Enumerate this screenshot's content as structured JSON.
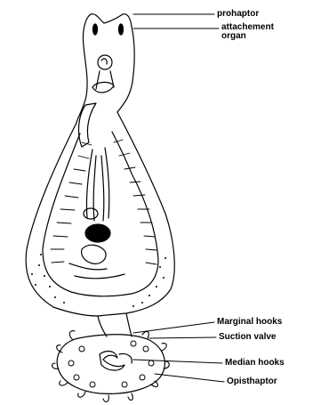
{
  "labels": {
    "prohaptor": "prohaptor",
    "attachement_line1": "attachement",
    "attachement_line2": "organ",
    "marginal_hooks": "Marginal hooks",
    "suction_valve": "Suction valve",
    "median_hooks": "Median hooks",
    "opisthaptor": "Opisthaptor"
  },
  "colors": {
    "ink": "#000000",
    "background": "#ffffff"
  }
}
